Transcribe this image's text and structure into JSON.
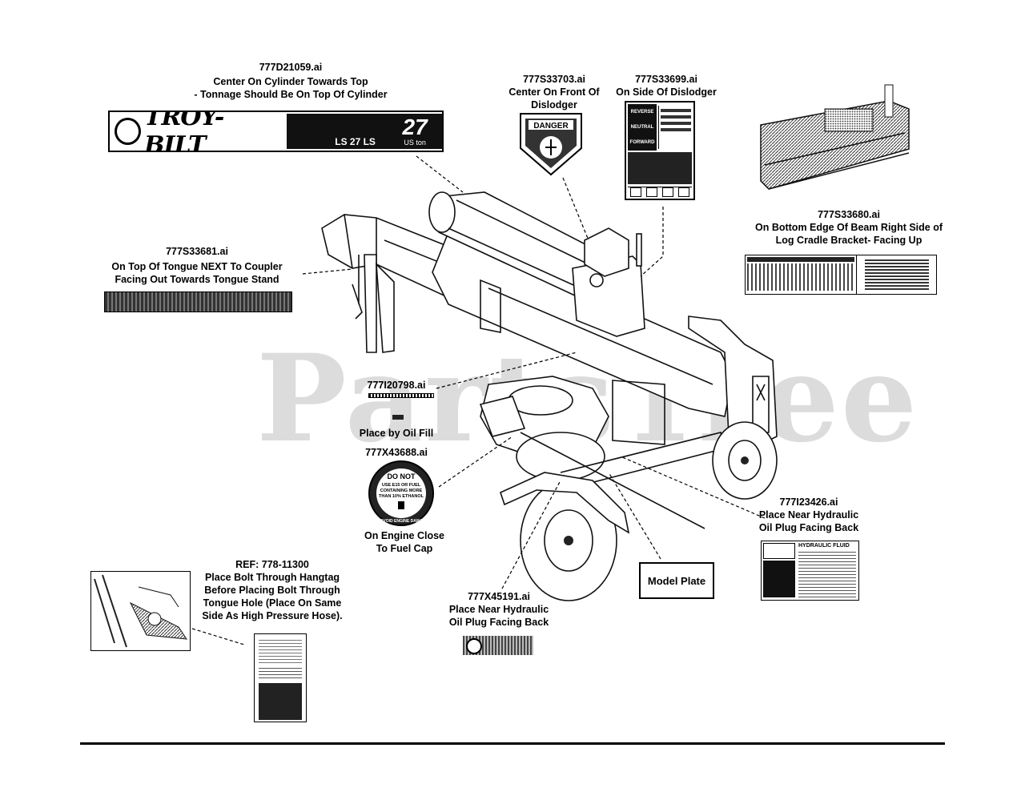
{
  "watermark": "PartsTree",
  "labels": {
    "cylinder": {
      "code": "777D21059.ai",
      "lines": [
        "Center On Cylinder Towards Top",
        "- Tonnage Should Be On Top Of Cylinder"
      ]
    },
    "dislodger_front": {
      "code": "777S33703.ai",
      "lines": [
        "Center On Front Of",
        "Dislodger"
      ]
    },
    "dislodger_side": {
      "code": "777S33699.ai",
      "lines": [
        "On Side Of Dislodger"
      ]
    },
    "beam": {
      "code": "777S33680.ai",
      "lines": [
        "On Bottom Edge Of Beam Right Side of",
        "Log Cradle Bracket- Facing Up"
      ]
    },
    "tongue": {
      "code": "777S33681.ai",
      "lines": [
        "On Top Of Tongue NEXT To Coupler",
        "Facing Out Towards Tongue Stand"
      ]
    },
    "oil_fill": {
      "code": "777I20798.ai",
      "lines": [
        "Place by Oil Fill"
      ]
    },
    "fuel_cap": {
      "code": "777X43688.ai",
      "lines": [
        "On Engine Close",
        "To Fuel Cap"
      ]
    },
    "hyd_plug_right": {
      "code": "777I23426.ai",
      "lines": [
        "Place Near Hydraulic",
        "Oil Plug Facing Back"
      ]
    },
    "hyd_plug_center": {
      "code": "777X45191.ai",
      "lines": [
        "Place Near Hydraulic",
        "Oil Plug Facing Back"
      ]
    },
    "hangtag": {
      "code": "REF: 778-11300",
      "lines": [
        "Place Bolt Through Hangtag",
        "Before Placing Bolt Through",
        "Tongue Hole (Place On Same",
        "Side As High Pressure Hose)."
      ]
    }
  },
  "model_plate": "Model Plate",
  "decals": {
    "troybilt_logo": "TROY-BILT",
    "tonnage": "27",
    "tonnage_unit": "US ton",
    "model": "LS 27 LS",
    "danger": "DANGER",
    "dislodger_side": {
      "reverse": "REVERSE",
      "neutral": "NEUTRAL",
      "forward": "FORWARD"
    },
    "fuel_warning": [
      "DO NOT",
      "USE E15 OR FUEL",
      "CONTAINING MORE",
      "THAN 10% ETHANOL"
    ],
    "fuel_ring": "TO AVOID ENGINE DAMAGE",
    "hydraulic_title": "HYDRAULIC FLUID"
  }
}
